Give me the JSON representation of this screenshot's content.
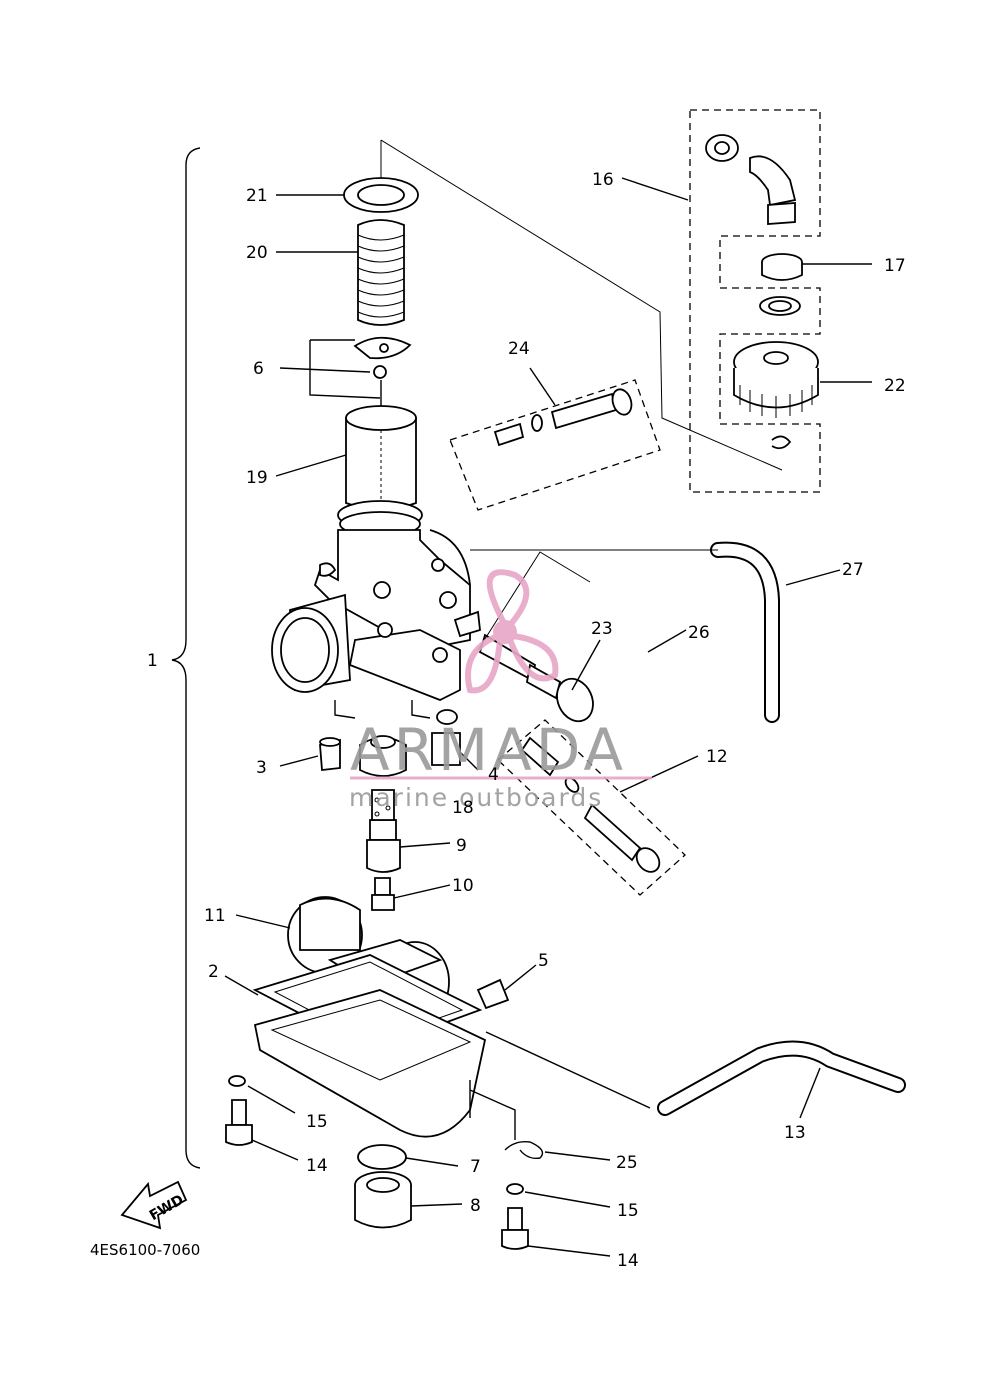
{
  "diagram": {
    "code": "4ES6100-7060",
    "fwd_label": "FWD",
    "watermark": {
      "brand": "ARMADA",
      "subtitle": "marine outboards",
      "color": "#e8a6c8"
    },
    "callouts": [
      {
        "id": "c1",
        "label": "1"
      },
      {
        "id": "c2",
        "label": "2"
      },
      {
        "id": "c3",
        "label": "3"
      },
      {
        "id": "c4",
        "label": "4"
      },
      {
        "id": "c5",
        "label": "5"
      },
      {
        "id": "c6",
        "label": "6"
      },
      {
        "id": "c7",
        "label": "7"
      },
      {
        "id": "c8",
        "label": "8"
      },
      {
        "id": "c9",
        "label": "9"
      },
      {
        "id": "c10",
        "label": "10"
      },
      {
        "id": "c11",
        "label": "11"
      },
      {
        "id": "c12",
        "label": "12"
      },
      {
        "id": "c13",
        "label": "13"
      },
      {
        "id": "c14a",
        "label": "14"
      },
      {
        "id": "c14b",
        "label": "14"
      },
      {
        "id": "c15a",
        "label": "15"
      },
      {
        "id": "c15b",
        "label": "15"
      },
      {
        "id": "c16",
        "label": "16"
      },
      {
        "id": "c17",
        "label": "17"
      },
      {
        "id": "c18",
        "label": "18"
      },
      {
        "id": "c19",
        "label": "19"
      },
      {
        "id": "c20",
        "label": "20"
      },
      {
        "id": "c21",
        "label": "21"
      },
      {
        "id": "c22",
        "label": "22"
      },
      {
        "id": "c23",
        "label": "23"
      },
      {
        "id": "c24",
        "label": "24"
      },
      {
        "id": "c25",
        "label": "25"
      },
      {
        "id": "c26",
        "label": "26"
      },
      {
        "id": "c27",
        "label": "27"
      }
    ]
  }
}
